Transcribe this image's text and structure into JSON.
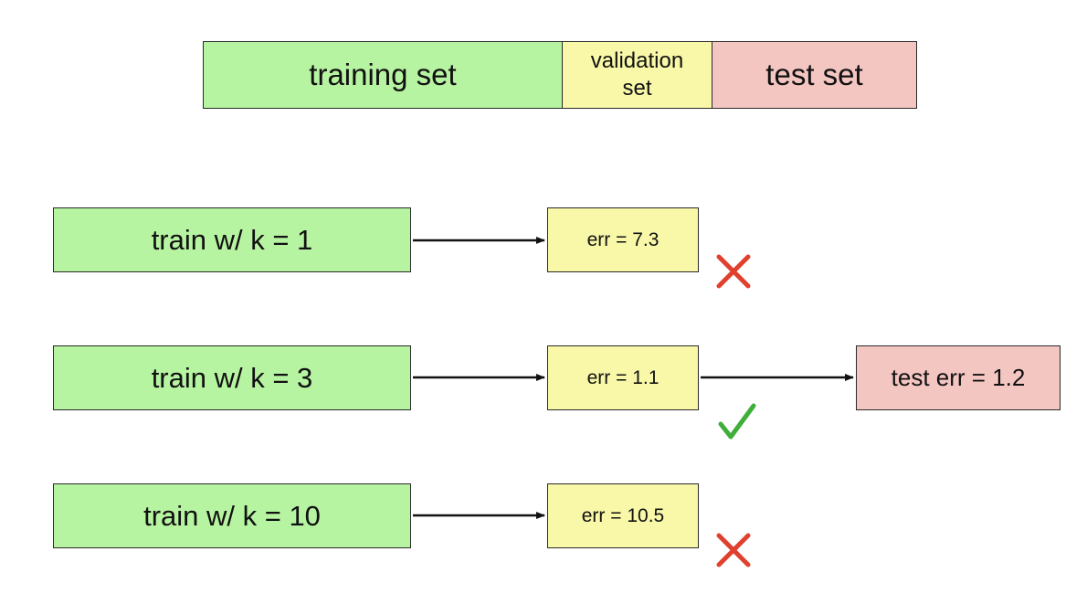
{
  "split": {
    "training": "training set",
    "validation_line1": "validation",
    "validation_line2": "set",
    "test": "test set"
  },
  "rows": [
    {
      "train_label": "train w/ k = 1",
      "err_label": "err = 7.3",
      "status": "rejected",
      "status_icon": "x-mark-icon"
    },
    {
      "train_label": "train w/ k = 3",
      "err_label": "err = 1.1",
      "status": "selected",
      "status_icon": "check-mark-icon"
    },
    {
      "train_label": "train w/ k = 10",
      "err_label": "err = 10.5",
      "status": "rejected",
      "status_icon": "x-mark-icon"
    }
  ],
  "test_result": {
    "label": "test err = 1.2"
  },
  "colors": {
    "training": "#b7f4a2",
    "validation": "#f8f8a8",
    "test": "#f4c6c2",
    "reject": "#e0412e",
    "accept": "#3fae3a",
    "border": "#2a2a2a"
  }
}
